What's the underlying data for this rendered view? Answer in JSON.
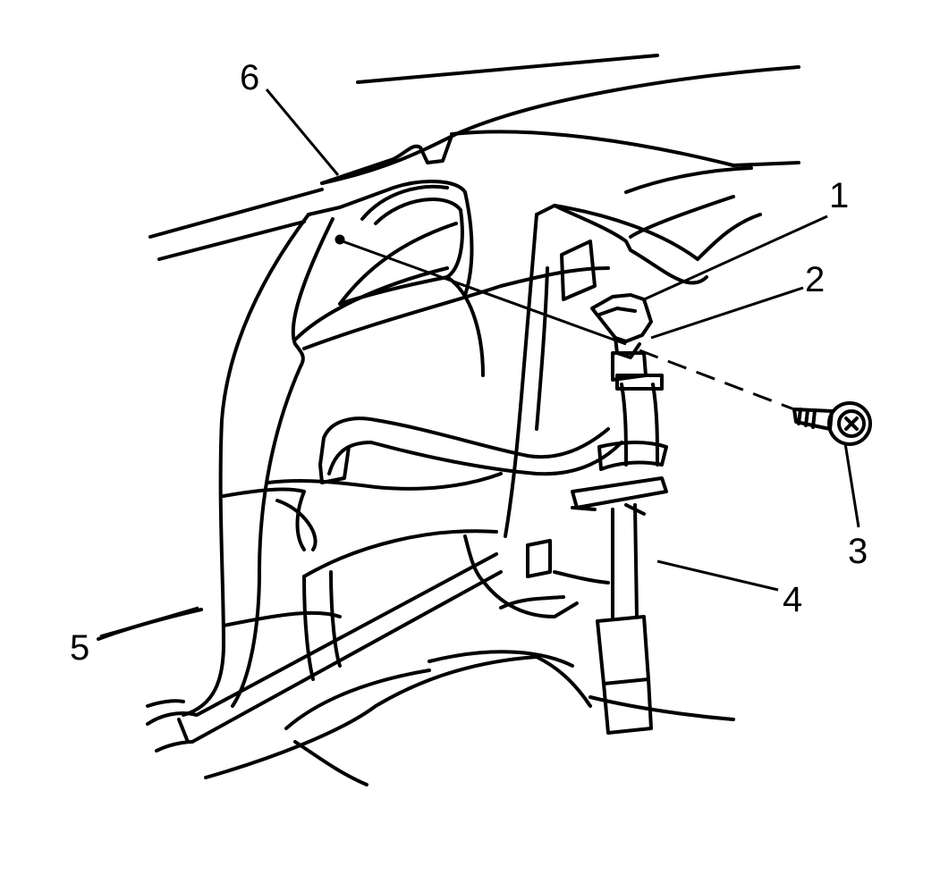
{
  "diagram": {
    "colors": {
      "ink": "#000000",
      "paper": "#ffffff"
    },
    "callouts": [
      {
        "id": "1",
        "label": "1"
      },
      {
        "id": "2",
        "label": "2"
      },
      {
        "id": "3",
        "label": "3"
      },
      {
        "id": "4",
        "label": "4"
      },
      {
        "id": "5",
        "label": "5"
      },
      {
        "id": "6",
        "label": "6"
      }
    ]
  }
}
